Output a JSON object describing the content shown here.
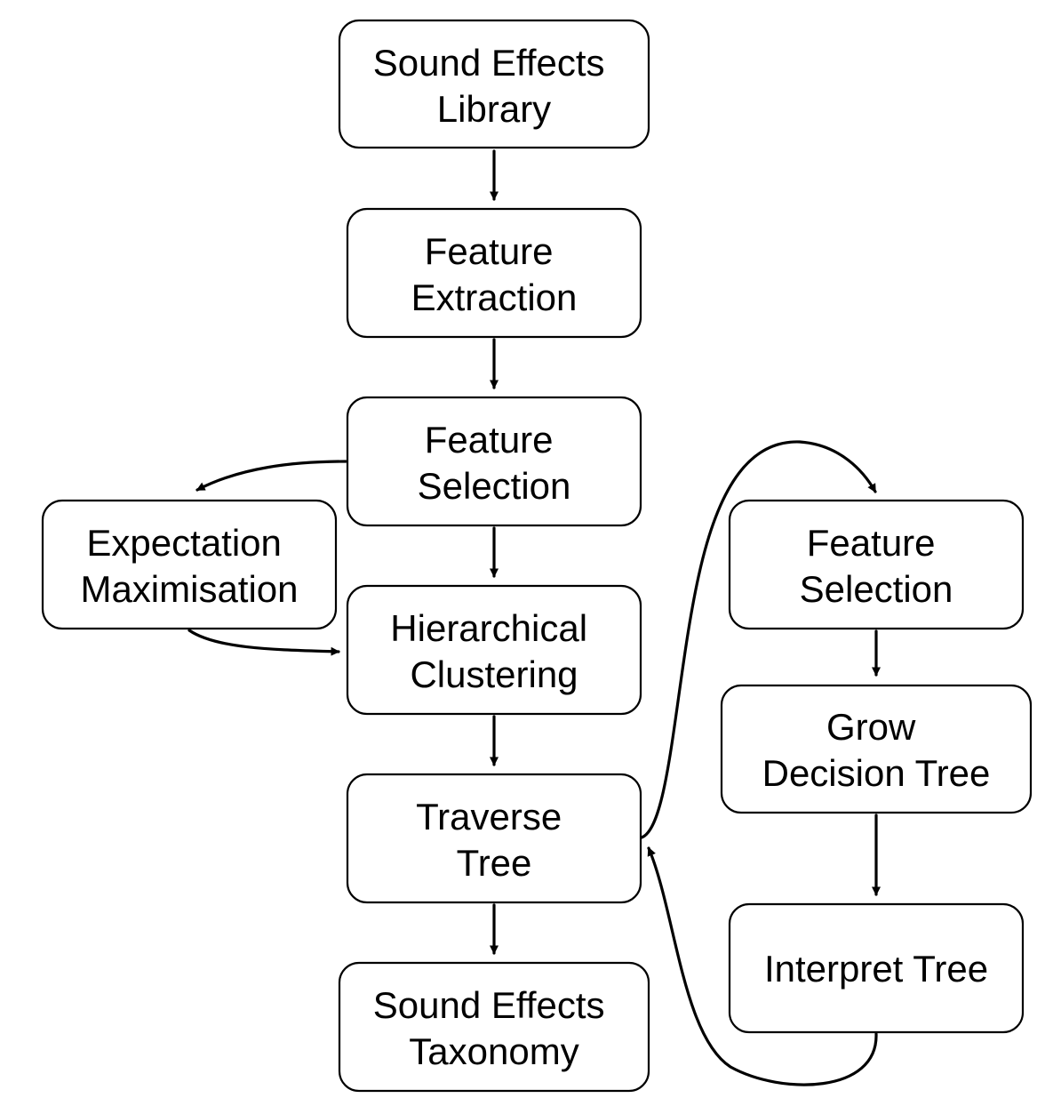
{
  "diagram": {
    "nodes": {
      "sound_effects_library": {
        "lines": [
          "Sound Effects",
          "Library"
        ]
      },
      "feature_extraction": {
        "lines": [
          "Feature",
          "Extraction"
        ]
      },
      "feature_selection_main": {
        "lines": [
          "Feature",
          "Selection"
        ]
      },
      "expectation_maximisation": {
        "lines": [
          "Expectation",
          "Maximisation"
        ]
      },
      "hierarchical_clustering": {
        "lines": [
          "Hierarchical",
          "Clustering"
        ]
      },
      "traverse_tree": {
        "lines": [
          "Traverse",
          "Tree"
        ]
      },
      "sound_effects_taxonomy": {
        "lines": [
          "Sound Effects",
          "Taxonomy"
        ]
      },
      "feature_selection_side": {
        "lines": [
          "Feature",
          "Selection"
        ]
      },
      "grow_decision_tree": {
        "lines": [
          "Grow",
          "Decision Tree"
        ]
      },
      "interpret_tree": {
        "lines": [
          "Interpret Tree"
        ]
      }
    },
    "edges": [
      {
        "from": "sound_effects_library",
        "to": "feature_extraction"
      },
      {
        "from": "feature_extraction",
        "to": "feature_selection_main"
      },
      {
        "from": "feature_selection_main",
        "to": "hierarchical_clustering"
      },
      {
        "from": "feature_selection_main",
        "to": "expectation_maximisation"
      },
      {
        "from": "expectation_maximisation",
        "to": "hierarchical_clustering"
      },
      {
        "from": "hierarchical_clustering",
        "to": "traverse_tree"
      },
      {
        "from": "traverse_tree",
        "to": "sound_effects_taxonomy"
      },
      {
        "from": "traverse_tree",
        "to": "feature_selection_side"
      },
      {
        "from": "feature_selection_side",
        "to": "grow_decision_tree"
      },
      {
        "from": "grow_decision_tree",
        "to": "interpret_tree"
      },
      {
        "from": "interpret_tree",
        "to": "traverse_tree"
      }
    ]
  }
}
